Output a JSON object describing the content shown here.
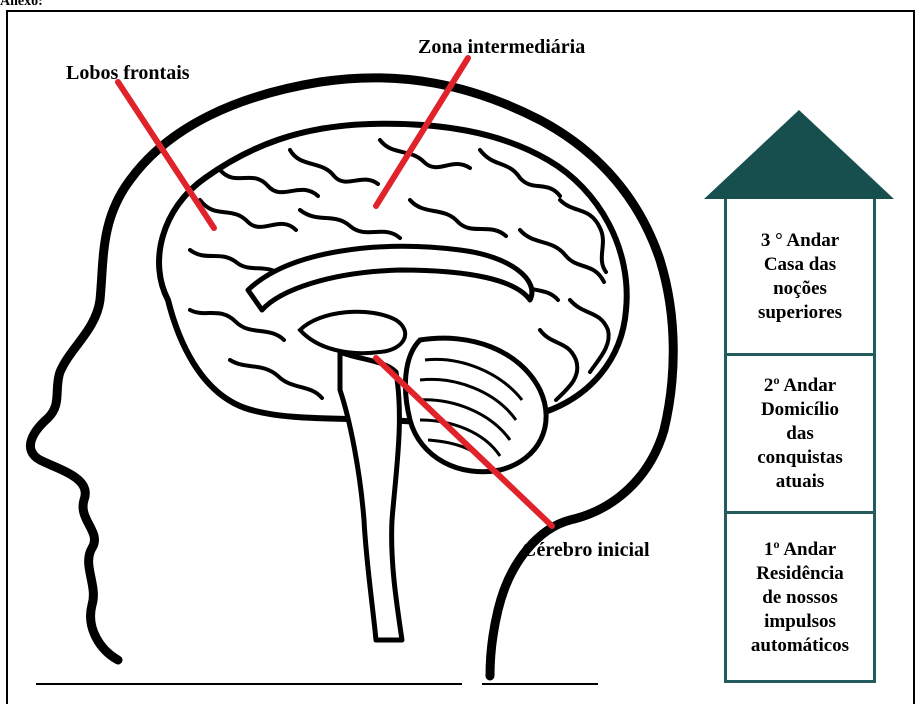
{
  "header_fragment": "Anexo:",
  "labels": {
    "frontal_lobes": "Lobos frontais",
    "intermediate_zone": "Zona intermediária",
    "initial_brain": "Cérebro inicial"
  },
  "floors": [
    {
      "lines": [
        "3 ° Andar",
        "Casa das",
        "noções",
        "superiores"
      ]
    },
    {
      "lines": [
        "2º Andar",
        "Domicílio",
        "das",
        "conquistas",
        "atuais"
      ]
    },
    {
      "lines": [
        "1º Andar",
        "Residência",
        "de nossos",
        "impulsos",
        "automáticos"
      ]
    }
  ],
  "colors": {
    "pointer": "#e0222b",
    "arrow_roof": "#174f4f",
    "arrow_border": "#225c5c",
    "ink": "#000000"
  }
}
